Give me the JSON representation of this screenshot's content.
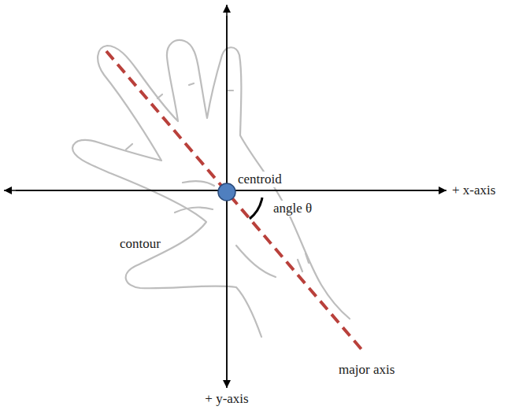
{
  "diagram": {
    "labels": [
      "centroid",
      "+ x-axis",
      "angle θ",
      "contour",
      "major axis",
      "+ y-axis"
    ]
  }
}
